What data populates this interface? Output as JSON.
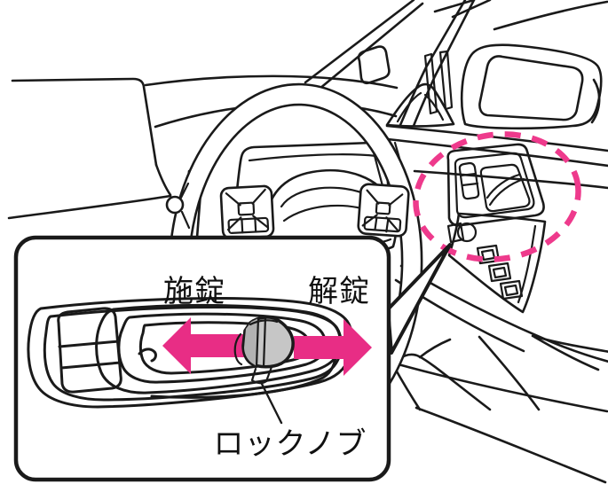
{
  "callout": {
    "labels": {
      "lock": "施錠",
      "unlock": "解錠",
      "knob": "ロックノブ"
    }
  },
  "icons": {
    "lock_arrow": "arrow-left",
    "unlock_arrow": "arrow-right",
    "highlight": "dashed-ellipse"
  },
  "colors": {
    "accent_pink": "#EE3A8C",
    "arrow_pink": "#E82D85",
    "line": "#1A1A1A",
    "knob_gray": "#C6C6C6"
  }
}
